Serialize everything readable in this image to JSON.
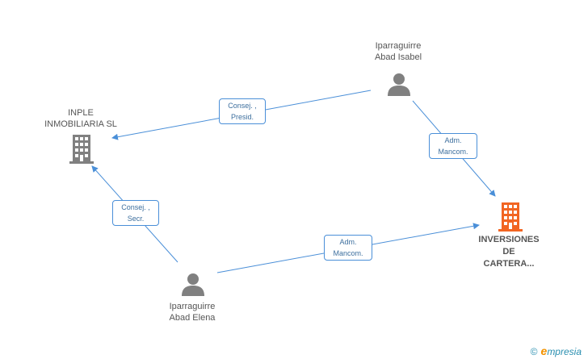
{
  "nodes": {
    "inple": {
      "line1": "INPLE",
      "line2": "INMOBILIARIA SL",
      "type": "company"
    },
    "isabel": {
      "line1": "Iparraguirre",
      "line2": "Abad Isabel",
      "type": "person"
    },
    "elena": {
      "line1": "Iparraguirre",
      "line2": "Abad Elena",
      "type": "person"
    },
    "inversiones": {
      "line1": "INVERSIONES",
      "line2": "DE",
      "line3": "CARTERA...",
      "type": "company-main"
    }
  },
  "edges": {
    "isabel_inple": {
      "line1": "Consej. ,",
      "line2": "Presid."
    },
    "isabel_inversiones": {
      "line1": "Adm.",
      "line2": "Mancom."
    },
    "elena_inple": {
      "line1": "Consej. ,",
      "line2": "Secr."
    },
    "elena_inversiones": {
      "line1": "Adm.",
      "line2": "Mancom."
    }
  },
  "colors": {
    "edge": "#4a8fd8",
    "person_icon": "#808080",
    "company_icon": "#808080",
    "main_company_icon": "#f26522"
  },
  "brand": {
    "copyright": "©",
    "initial": "e",
    "rest": "mpresia"
  }
}
